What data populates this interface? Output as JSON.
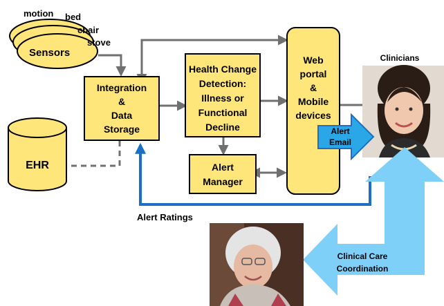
{
  "sensors": {
    "labels": [
      "motion",
      "bed",
      "chair",
      "stove"
    ],
    "title": "Sensors"
  },
  "ehr": {
    "label": "EHR"
  },
  "integration": {
    "lines": [
      "Integration",
      "&",
      "Data",
      "Storage"
    ]
  },
  "health_change": {
    "lines": [
      "Health Change",
      "Detection:",
      "Illness or",
      "Functional",
      "Decline"
    ]
  },
  "alert_manager": {
    "lines": [
      "Alert",
      "Manager"
    ]
  },
  "web_portal": {
    "lines": [
      "Web",
      "portal",
      "&",
      "Mobile",
      "devices"
    ]
  },
  "clinicians": {
    "label": "Clinicians"
  },
  "alert_email": {
    "lines": [
      "Alert",
      "Email"
    ]
  },
  "alert_ratings": {
    "label": "Alert Ratings"
  },
  "clinical_care": {
    "lines": [
      "Clinical Care",
      "Coordination"
    ]
  },
  "colors": {
    "box_fill": "#ffe67a",
    "alert_blue": "#1b6fc4",
    "light_blue": "#7fd0f8",
    "arrow_gray": "#707070"
  },
  "icons": {
    "clinician_photo": "clinician-photo-icon",
    "patient_photo": "patient-photo-icon"
  }
}
